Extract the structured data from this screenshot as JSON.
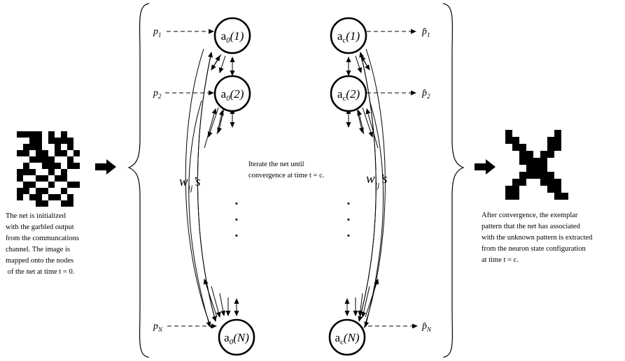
{
  "input_pattern": {
    "rows": [
      "1111010100",
      "0011011110",
      "0111001010",
      "1101101101",
      "0011110010",
      "0100111011",
      "1110010100",
      "1001101100",
      "0110010011",
      "1101100100",
      "1011011010",
      "0001100110"
    ]
  },
  "output_pattern": {
    "rows": [
      "100000010",
      "110000110",
      "011000110",
      "001101100",
      "001111000",
      "000111000",
      "001111100",
      "011001110",
      "110000110",
      "110000011"
    ]
  },
  "captions": {
    "left": "The net is initialized\nwith the garbled output\nfrom the communcations\nchannel. The image is\nmapped onto the nodes\n of the net at time t = 0.",
    "middle": "Iterate the net until\nconvergence at time t = c.",
    "right": "After convergence, the exemplar\npattern that the net has associated\nwith the unknown pattern is extracted\nfrom the neuron state configuration\nat time t = c."
  },
  "left_net": {
    "nodes": [
      {
        "base": "a",
        "sub": "0",
        "arg": "(1)"
      },
      {
        "base": "a",
        "sub": "0",
        "arg": "(2)"
      },
      {
        "base": "a",
        "sub": "0",
        "arg": "(N)"
      }
    ],
    "inputs": [
      {
        "base": "p",
        "sub": "1"
      },
      {
        "base": "p",
        "sub": "2"
      },
      {
        "base": "p",
        "sub": "N"
      }
    ],
    "weights": {
      "base": "w",
      "sub": "ij",
      "suffix": "’s"
    }
  },
  "right_net": {
    "nodes": [
      {
        "base": "a",
        "sub": "c",
        "arg": "(1)"
      },
      {
        "base": "a",
        "sub": "c",
        "arg": "(2)"
      },
      {
        "base": "a",
        "sub": "c",
        "arg": "(N)"
      }
    ],
    "outputs": [
      {
        "base": "p̂",
        "sub": "1"
      },
      {
        "base": "p̂",
        "sub": "2"
      },
      {
        "base": "p̂",
        "sub": "N"
      }
    ],
    "weights": {
      "base": "w",
      "sub": "ij",
      "suffix": "’s"
    }
  },
  "ellipsis": "·"
}
